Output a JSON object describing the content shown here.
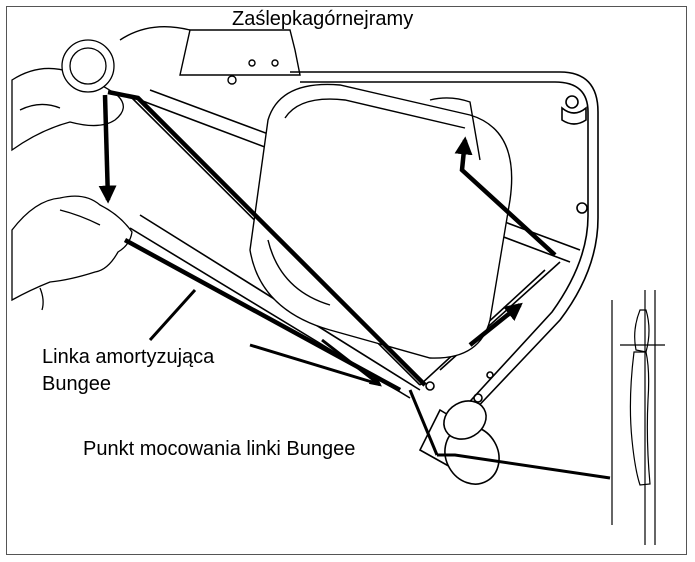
{
  "labels": {
    "top_cap": "Zaślepkagórnejramy",
    "bungee_cord_line1": "Linka amortyzująca",
    "bungee_cord_line2": "Bungee",
    "attachment_point": "Punkt mocowania linki Bungee"
  },
  "colors": {
    "line": "#000000",
    "background": "#ffffff",
    "frame": "#555555"
  }
}
